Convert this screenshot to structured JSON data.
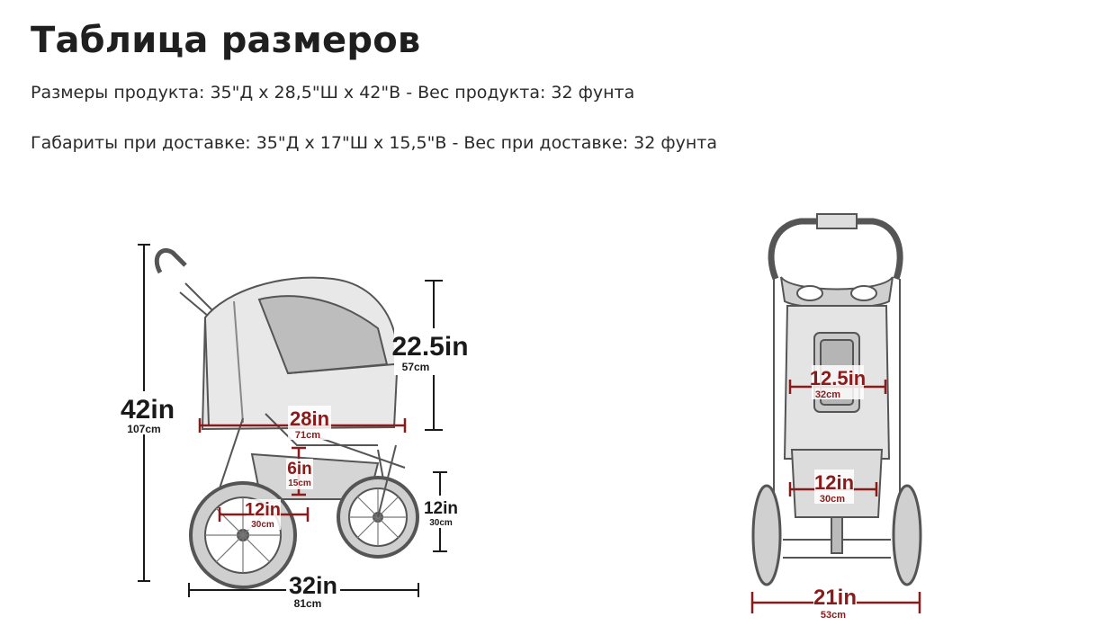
{
  "page": {
    "title": "Таблица размеров",
    "product_dims": "Размеры продукта: 35\"Д x 28,5\"Ш x 42\"В - Вес продукта: 32 фунта",
    "shipping_dims": "Габариты при доставке: 35\"Д x 17\"Ш x 15,5\"В - Вес при доставке: 32 фунта"
  },
  "side_view": {
    "height": {
      "in": "42in",
      "cm": "107cm"
    },
    "canopy_height": {
      "in": "22.5in",
      "cm": "57cm"
    },
    "cabin_length": {
      "in": "28in",
      "cm": "71cm"
    },
    "clearance": {
      "in": "6in",
      "cm": "15cm"
    },
    "wheel_diameter": {
      "in": "12in",
      "cm": "30cm"
    },
    "front_wheel": {
      "in": "12in",
      "cm": "30cm"
    },
    "total_length": {
      "in": "32in",
      "cm": "81cm"
    }
  },
  "front_view": {
    "cabin_width": {
      "in": "12.5in",
      "cm": "32cm"
    },
    "basket_width": {
      "in": "12in",
      "cm": "30cm"
    },
    "total_width": {
      "in": "21in",
      "cm": "53cm"
    }
  },
  "colors": {
    "dimension_red": "#8b1a1a",
    "dimension_black": "#1a1a1a",
    "sketch": "#555555"
  }
}
